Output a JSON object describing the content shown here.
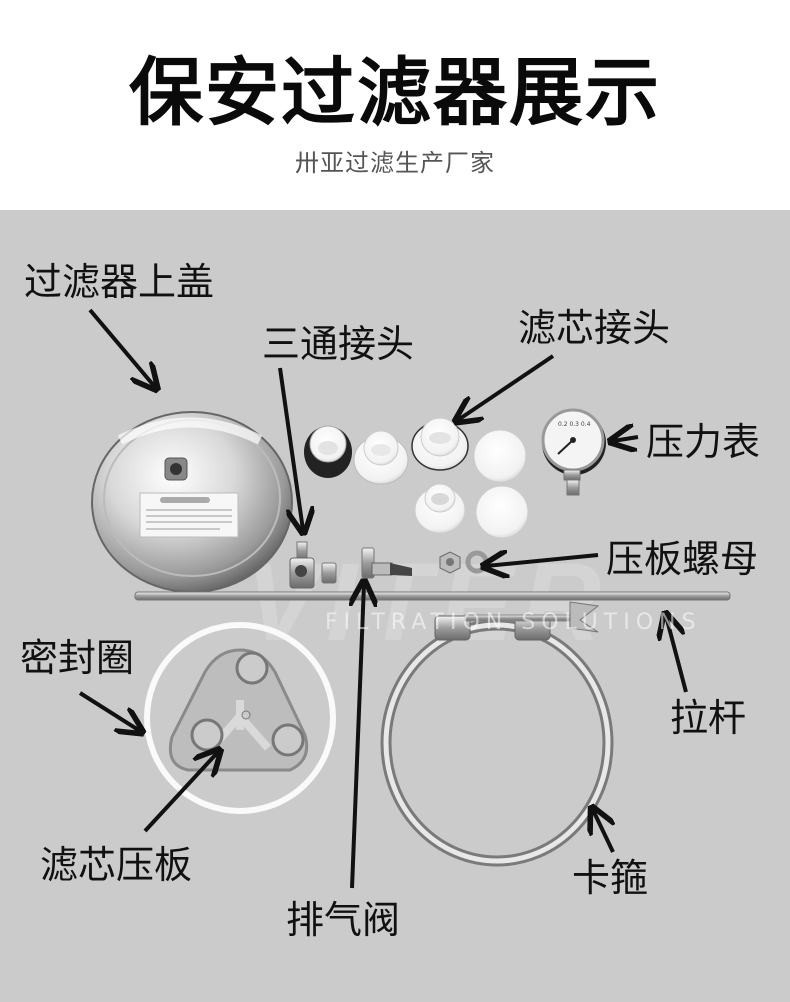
{
  "header": {
    "title": "保安过滤器展示",
    "subtitle": "卅亚过滤生产厂家"
  },
  "watermark": {
    "brand": "VITER",
    "tagline": "FILTRATION SOLUTIONS"
  },
  "colors": {
    "panel_background": "#cbcbcb",
    "header_background": "#ffffff",
    "title_text": "#0a0a0a",
    "subtitle_text": "#555555",
    "label_text": "#111111"
  },
  "labels": {
    "top_cover": "过滤器上盖",
    "tee_fitting": "三通接头",
    "cartridge_adapter": "滤芯接头",
    "pressure_gauge": "压力表",
    "plate_nut": "压板螺母",
    "seal_ring": "密封圈",
    "tie_rod": "拉杆",
    "cartridge_plate": "滤芯压板",
    "vent_valve": "排气阀",
    "clamp": "卡箍"
  }
}
